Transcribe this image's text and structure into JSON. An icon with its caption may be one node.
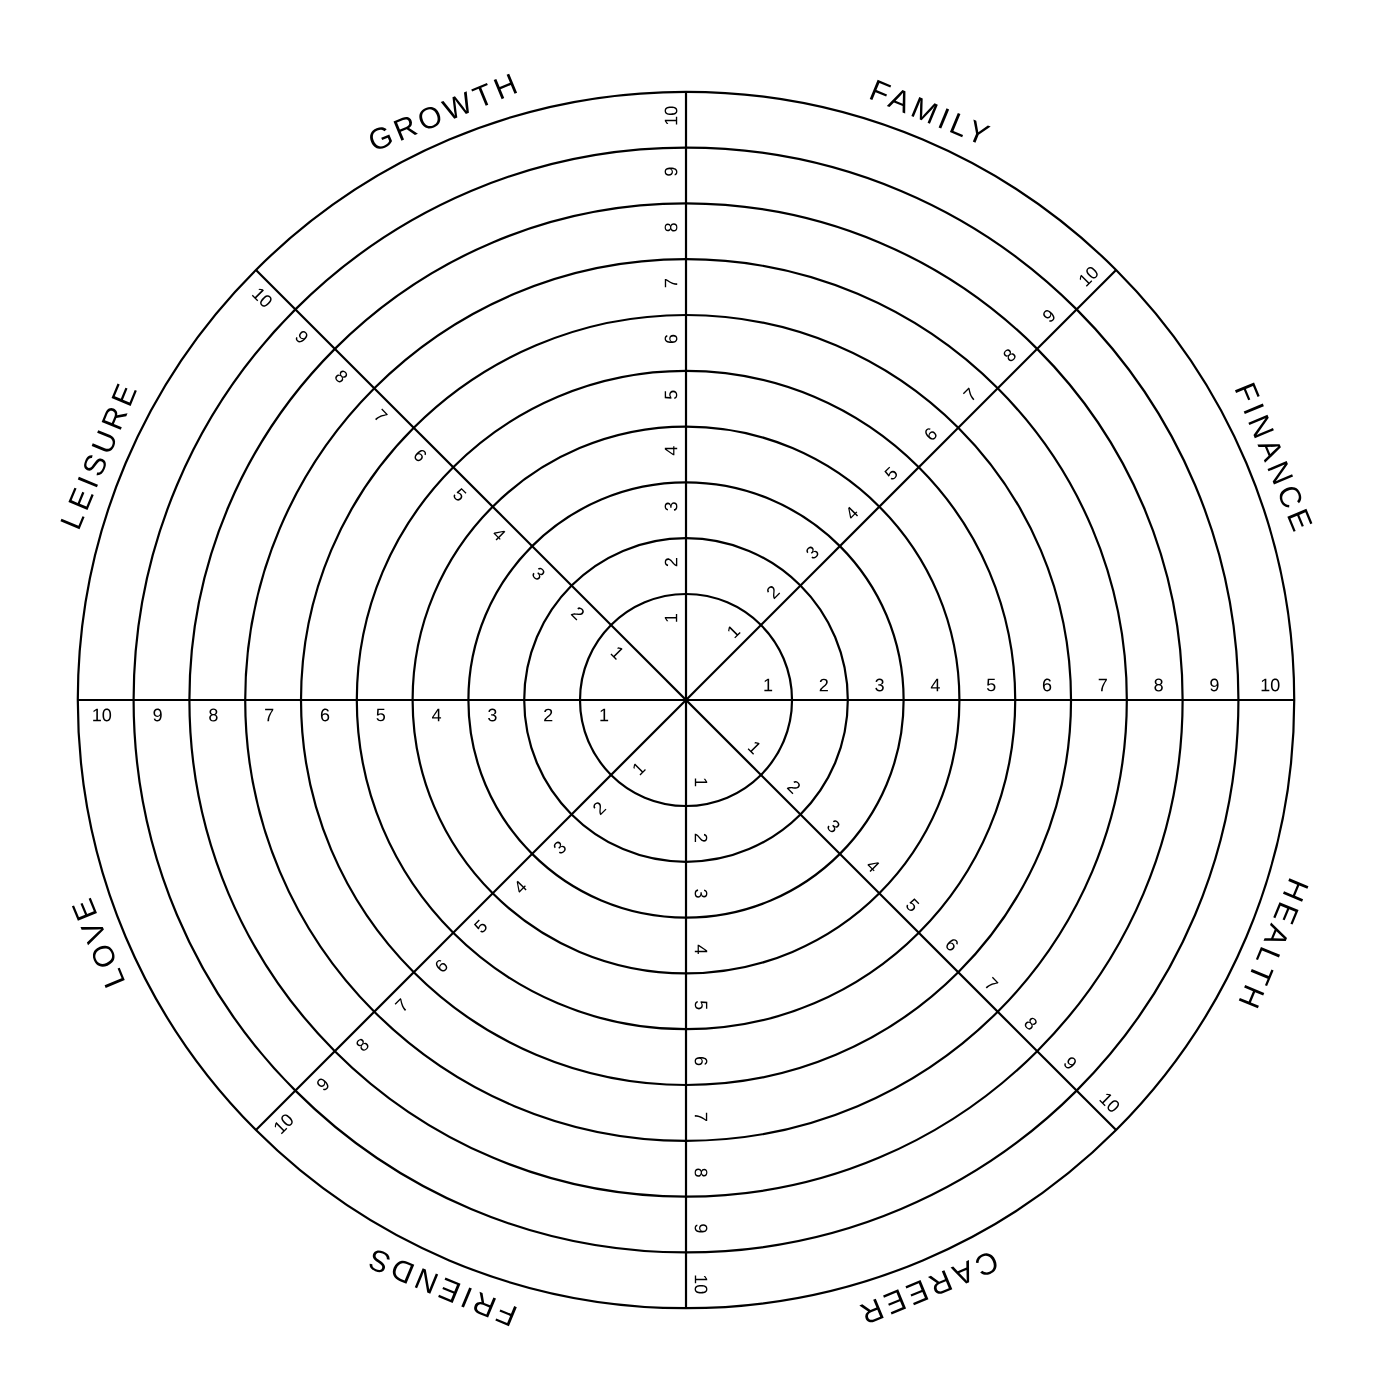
{
  "diagram": {
    "labels": [
      "GROWTH",
      "FAMILY",
      "LEISURE",
      "FINANCE",
      "LOVE",
      "HEALTH",
      "FRIENDS",
      "CAREER",
      "1",
      "2",
      "3",
      "4",
      "5",
      "6",
      "7",
      "8",
      "9",
      "10",
      "1",
      "2",
      "3",
      "4",
      "5",
      "6",
      "7",
      "8",
      "9",
      "10",
      "1",
      "2",
      "3",
      "4",
      "5",
      "6",
      "7",
      "8",
      "9",
      "10",
      "1",
      "2",
      "3",
      "4",
      "5",
      "6",
      "7",
      "8",
      "9",
      "10",
      "1",
      "2",
      "3",
      "4",
      "5",
      "6",
      "7",
      "8",
      "9",
      "10",
      "1",
      "2",
      "3",
      "4",
      "5",
      "6",
      "7",
      "8",
      "9",
      "10",
      "1",
      "2",
      "3",
      "4",
      "5",
      "6",
      "7",
      "8",
      "9",
      "10",
      "1",
      "2",
      "3",
      "4",
      "5",
      "6",
      "7",
      "8",
      "9",
      "10"
    ]
  }
}
